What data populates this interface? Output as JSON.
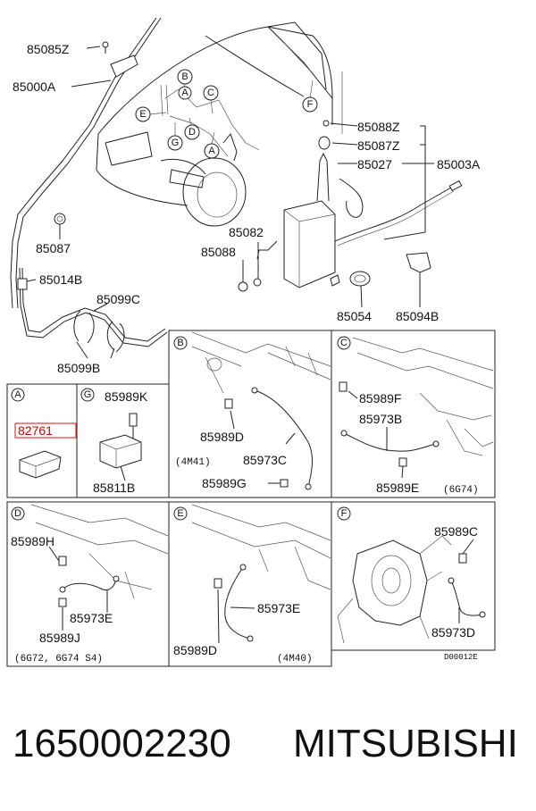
{
  "labels": {
    "p85085Z": "85085Z",
    "p85000A": "85000A",
    "p85087": "85087",
    "p85014B": "85014B",
    "p85099C": "85099C",
    "p85099B": "85099B",
    "p85088Z": "85088Z",
    "p85087Z": "85087Z",
    "p85027": "85027",
    "p85003A": "85003A",
    "p85082": "85082",
    "p85088": "85088",
    "p85054": "85054",
    "p85094B": "85094B"
  },
  "callouts": {
    "A": "A",
    "B": "B",
    "C": "C",
    "D": "D",
    "E": "E",
    "F": "F",
    "G": "G"
  },
  "panels": {
    "A": {
      "letter": "A",
      "part": "82761"
    },
    "G": {
      "letter": "G",
      "part_top": "85989K",
      "part_bottom": "85811B"
    },
    "B": {
      "letter": "B",
      "variant": "(4M41)",
      "p1": "85989D",
      "p2": "85973C",
      "p3": "85989G"
    },
    "C": {
      "letter": "C",
      "variant": "(6G74)",
      "p1": "85989F",
      "p2": "85973B",
      "p3": "85989E"
    },
    "D": {
      "letter": "D",
      "variant": "(6G72, 6G74 S4)",
      "p1": "85989H",
      "p2": "85973E",
      "p3": "85989J"
    },
    "E": {
      "letter": "E",
      "variant": "(4M40)",
      "p1": "85973E",
      "p2": "85989D"
    },
    "F": {
      "letter": "F",
      "p1": "85989C",
      "p2": "85973D"
    }
  },
  "drawing_code": "D00012E",
  "footer": {
    "part_number": "1650002230",
    "brand": "MITSUBISHI"
  }
}
